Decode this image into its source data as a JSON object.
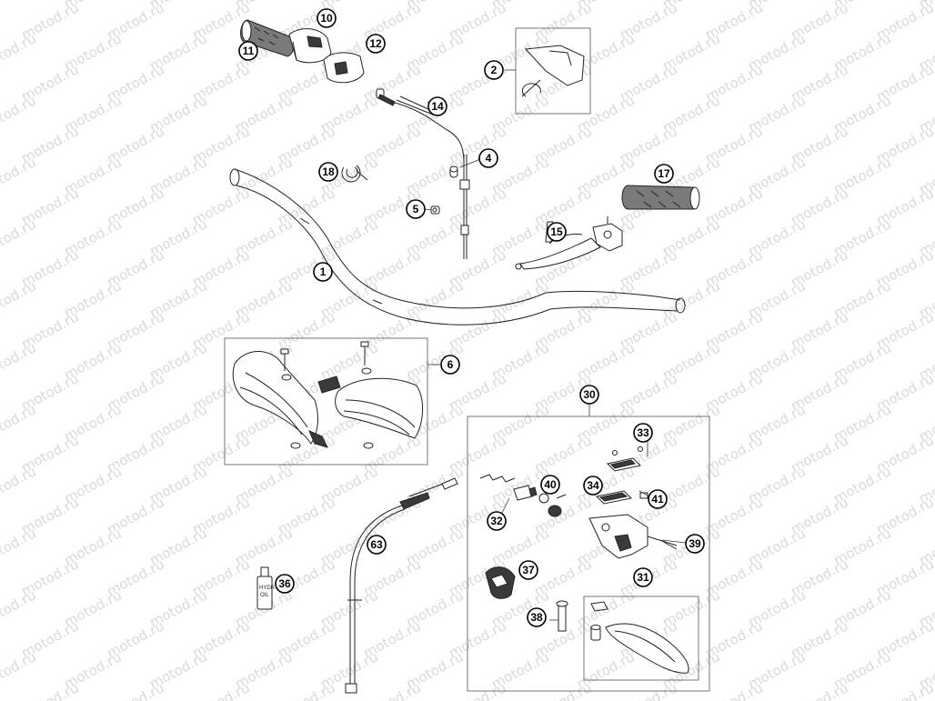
{
  "watermark": "motod.ru",
  "callouts": [
    {
      "label": "1"
    },
    {
      "label": "2"
    },
    {
      "label": "4"
    },
    {
      "label": "5"
    },
    {
      "label": "6"
    },
    {
      "label": "10"
    },
    {
      "label": "11"
    },
    {
      "label": "12"
    },
    {
      "label": "14"
    },
    {
      "label": "15"
    },
    {
      "label": "17"
    },
    {
      "label": "18"
    },
    {
      "label": "30"
    },
    {
      "label": "31"
    },
    {
      "label": "32"
    },
    {
      "label": "33"
    },
    {
      "label": "34"
    },
    {
      "label": "36"
    },
    {
      "label": "37"
    },
    {
      "label": "38"
    },
    {
      "label": "39"
    },
    {
      "label": "40"
    },
    {
      "label": "41"
    },
    {
      "label": "63"
    }
  ],
  "bottle_text": [
    "HYDR.",
    "OIL"
  ]
}
